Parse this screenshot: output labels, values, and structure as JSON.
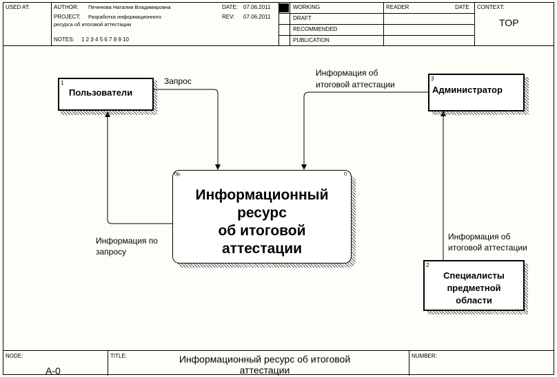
{
  "header": {
    "used_at_label": "USED AT:",
    "author_label": "AUTHOR:",
    "author": "Печенова Наталия Владимировна",
    "project_label": "PROJECT:",
    "project_line1": "Разработка информационного",
    "project_line2": "ресурса об итоговой аттестации",
    "date_label": "DATE:",
    "date": "07.06.2011",
    "rev_label": "REV:",
    "rev": "07.06.2011",
    "notes_label": "NOTES:",
    "notes": "1  2  3  4  5  6  7  8  9  10",
    "status": [
      {
        "label": "WORKING",
        "active": true
      },
      {
        "label": "DRAFT",
        "active": false
      },
      {
        "label": "RECOMMENDED",
        "active": false
      },
      {
        "label": "PUBLICATION",
        "active": false
      }
    ],
    "reader_label": "READER",
    "reader_date_label": "DATE",
    "context_label": "CONTEXT:",
    "context_value": "TOP"
  },
  "diagram": {
    "entities": [
      {
        "num": "1",
        "name": "Пользователи"
      },
      {
        "num": "3",
        "name": "Администратор"
      },
      {
        "num": "2",
        "name_line1": "Специалисты",
        "name_line2": "предметной",
        "name_line3": "области"
      }
    ],
    "function": {
      "corner_left": "0р.",
      "corner_right": "0",
      "line1": "Информационный",
      "line2": "ресурс",
      "line3": "об итоговой",
      "line4": "аттестации"
    },
    "arrows": {
      "request": "Запрос",
      "info_admin_1": "Информация об",
      "info_admin_2": "итоговой аттестации",
      "info_user_1": "Информация по",
      "info_user_2": "запросу",
      "info_spec_1": "Информация об",
      "info_spec_2": "итоговой аттестации"
    }
  },
  "footer": {
    "node_label": "NODE:",
    "node_value": "A-0",
    "title_label": "TITLE:",
    "title_line1": "Информационный  ресурс  об итоговой",
    "title_line2": "аттестации",
    "number_label": "NUMBER:"
  }
}
